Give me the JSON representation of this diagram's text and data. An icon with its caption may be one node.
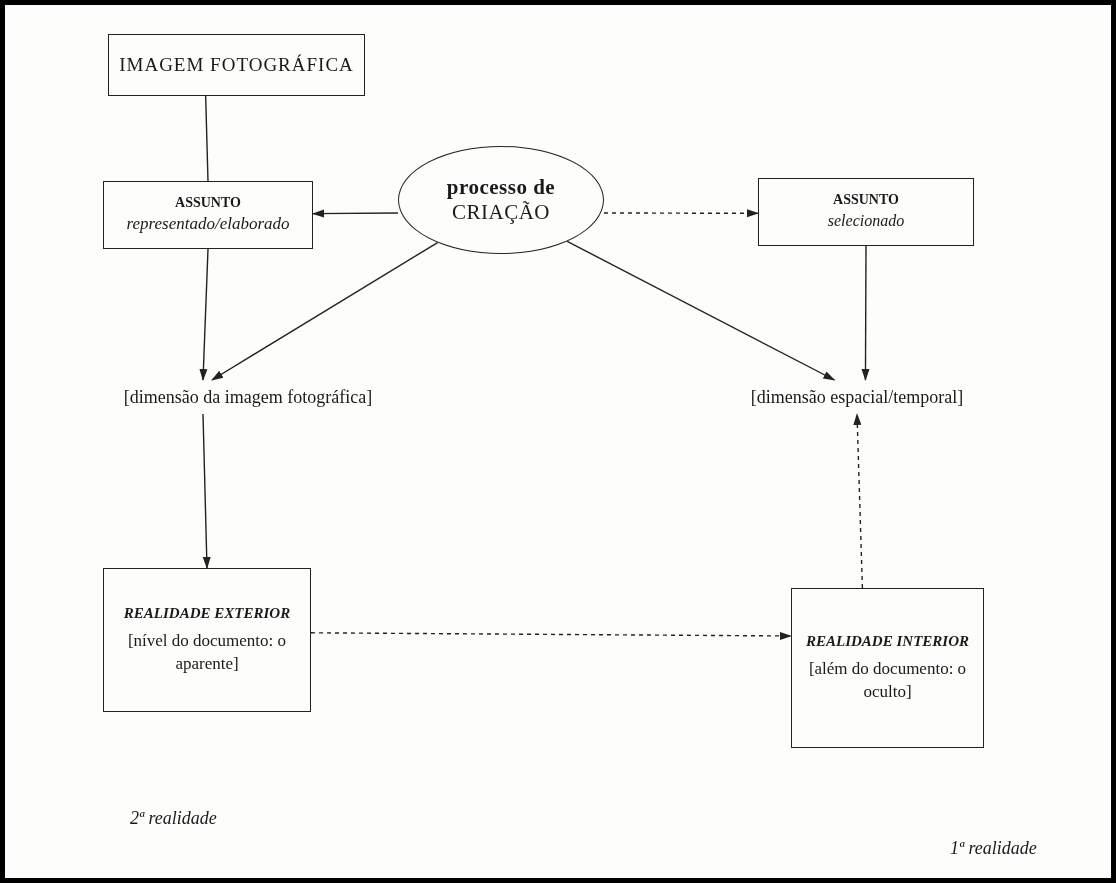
{
  "diagram": {
    "nodes": [
      {
        "text": [
          "IMAGEM FOTOGRÁFICA"
        ]
      },
      {
        "text": [
          "ASSUNTO",
          "representado/elaborado"
        ]
      },
      {
        "text": [
          "**processo de** CRIAÇÃO"
        ]
      },
      {
        "text": [
          "ASSUNTO",
          "selecionado"
        ]
      },
      {
        "text": [
          "[dimensão da imagem fotográfica]"
        ]
      },
      {
        "text": [
          "[dimensão espacial/temporal]"
        ]
      },
      {
        "text": [
          "REALIDADE EXTERIOR",
          "[nível do documento: o aparente]"
        ]
      },
      {
        "text": [
          "REALIDADE INTERIOR",
          "[além do documento: o oculto]"
        ]
      }
    ],
    "edges": [
      {
        "from": 0,
        "to": 1,
        "arrow": "none"
      },
      {
        "from": 2,
        "to": 1,
        "arrow": "to"
      },
      {
        "from": 2,
        "to": 3,
        "arrow": "to",
        "style": "dashed"
      },
      {
        "from": 1,
        "to": 4,
        "arrow": "to"
      },
      {
        "from": 2,
        "to": 4,
        "arrow": "to"
      },
      {
        "from": 2,
        "to": 5,
        "arrow": "to"
      },
      {
        "from": 3,
        "to": 5,
        "arrow": "to"
      },
      {
        "from": 4,
        "to": 6,
        "arrow": "to"
      },
      {
        "from": 6,
        "to": 7,
        "arrow": "to",
        "style": "dashed"
      },
      {
        "from": 7,
        "to": 5,
        "arrow": "to",
        "style": "dashed"
      }
    ],
    "labels": [
      "2ª realidade",
      "1ª realidade"
    ]
  }
}
